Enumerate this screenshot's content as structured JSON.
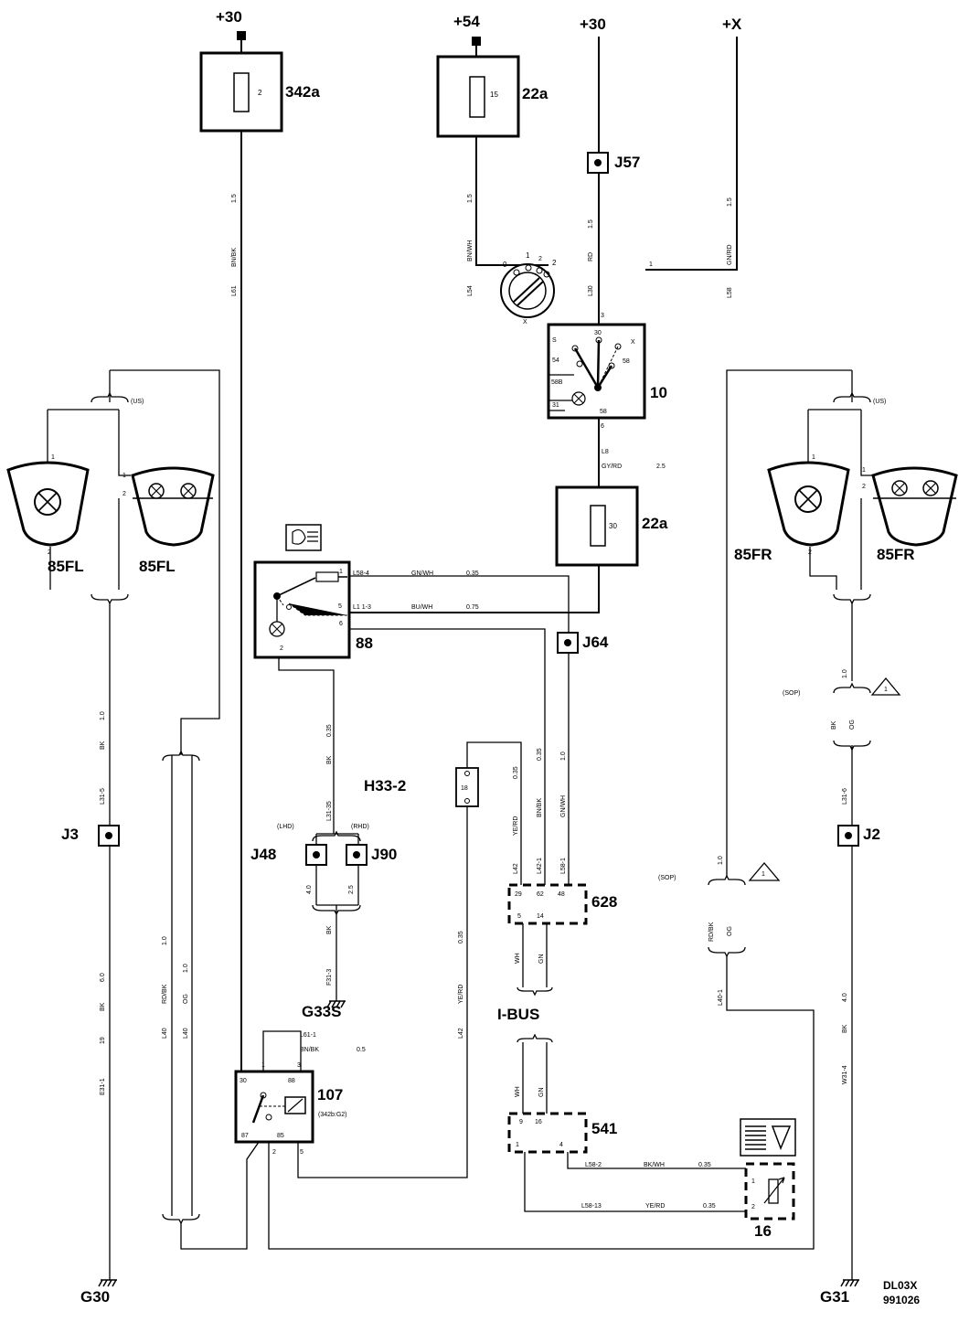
{
  "supplies": {
    "p30_left": "+30",
    "p54": "+54",
    "p30_right": "+30",
    "px": "+X"
  },
  "fuses": {
    "f342a": {
      "label": "342a",
      "num": "2"
    },
    "f22a_top": {
      "label": "22a",
      "num": "15"
    },
    "f22a_mid": {
      "label": "22a",
      "num": "30"
    }
  },
  "joints": {
    "j57": "J57",
    "j64": "J64",
    "j3": "J3",
    "j2": "J2",
    "j48": "J48",
    "j90": "J90"
  },
  "components": {
    "c10": "10",
    "c88": "88",
    "c107": "107",
    "c107_note": "(342b:G2)",
    "c628": "628",
    "c541": "541",
    "c16": "16",
    "fl_left": "85FL",
    "fl_right": "85FL",
    "fr_left": "85FR",
    "fr_right": "85FR",
    "h33": "H33-2",
    "ibus": "I-BUS",
    "lhd": "(LHD)",
    "rhd": "(RHD)",
    "us": "(US)",
    "sop": "(SOP)",
    "warn": "1"
  },
  "grounds": {
    "g30": "G30",
    "g31": "G31",
    "g33s": "G33S"
  },
  "footer": {
    "code": "DL03X",
    "date": "991026"
  },
  "pins": {
    "sw_s": "S",
    "sw_30": "30",
    "sw_x": "X",
    "sw_54": "54",
    "sw_58": "58",
    "sw_58b": "58B",
    "sw_31": "31",
    "sw_58bot": "58",
    "sw_3": "3",
    "sw_2": "2",
    "sw_1": "1",
    "sw_6": "6",
    "k_0": "0",
    "k_1": "1",
    "k_2": "2",
    "p1": "1",
    "p2": "2",
    "r88_1": "1",
    "r88_5": "5",
    "r88_6": "6",
    "r88_2": "2",
    "c628_29": "29",
    "c628_62": "62",
    "c628_48": "48",
    "c628_5": "5",
    "c628_14": "14",
    "c541_9": "9",
    "c541_16": "16",
    "c541_1": "1",
    "c541_4": "4",
    "r107_1": "1",
    "r107_3": "3",
    "r107_30": "30",
    "r107_88": "88",
    "r107_87": "87",
    "r107_85": "85",
    "r107_2": "2",
    "r107_5": "5",
    "c16_1": "1",
    "c16_2": "2",
    "c18": "18"
  },
  "wires": {
    "l61_size": "1.5",
    "l61_color": "BN/BK",
    "l61_code": "L61",
    "l54_size": "1.5",
    "l54_color": "BN/WH",
    "l54_code": "L54",
    "l30_size": "1.5",
    "l30_color": "RD",
    "l30_code": "L30",
    "l58_size": "1.5",
    "l58_color": "GN/RD",
    "l58_code": "L58",
    "l8_code": "L8",
    "l8_color": "GY/RD",
    "l8_size": "2.5",
    "l584_code": "L58-4",
    "l584_color": "GN/WH",
    "l584_size": "0.35",
    "l113_code": "L1  1-3",
    "l113_color": "BU/WH",
    "l113_size": "0.75",
    "l31_35_size": "0.35",
    "l31_35_color": "BK",
    "l31_35_code": "L31-35",
    "j48_size": "4.0",
    "j90_size": "2.5",
    "g33_color": "BK",
    "g33_code": "F31-3",
    "l42a_size": "0.35",
    "l42a_color": "YE/RD",
    "l42a_code": "L42",
    "l421_size": "0.35",
    "l421_color": "BN/BK",
    "l421_code": "L42-1",
    "l581_size": "1.0",
    "l581_color": "GN/WH",
    "l581_code": "L58-1",
    "ibus_wh1": "WH",
    "ibus_gn1": "GN",
    "ibus_wh2": "WH",
    "ibus_gn2": "GN",
    "l42b_size": "0.35",
    "l42b_color": "YE/RD",
    "l42b_code": "L42",
    "l611_code": "L61-1",
    "l611_color": "BN/BK",
    "l611_size": "0.5",
    "l582_code": "L58-2",
    "l582_color": "BK/WH",
    "l582_size": "0.35",
    "l5813_code": "L58-13",
    "l5813_color": "YE/RD",
    "l5813_size": "0.35",
    "left_size": "1.0",
    "left_color": "BK",
    "left_code": "L31-5",
    "left_size2": "6.0",
    "left_color2": "BK",
    "left_num": "19",
    "left_code2": "E31-1",
    "l40_size1": "1.0",
    "l40_color1": "RD/BK",
    "l40_code1": "L40",
    "l40_size2": "1.0",
    "l40_color2": "OG",
    "l40_code2": "L40",
    "right_size": "1.0",
    "right_color_a": "BK",
    "right_color_b": "OG",
    "right_code": "L31-6",
    "right_size2": "4.0",
    "right_color2": "BK",
    "right_code2": "W31-4",
    "rmid_size": "1.0",
    "rmid_color_a": "RD/BK",
    "rmid_color_b": "OG",
    "rmid_code": "L40-1"
  }
}
